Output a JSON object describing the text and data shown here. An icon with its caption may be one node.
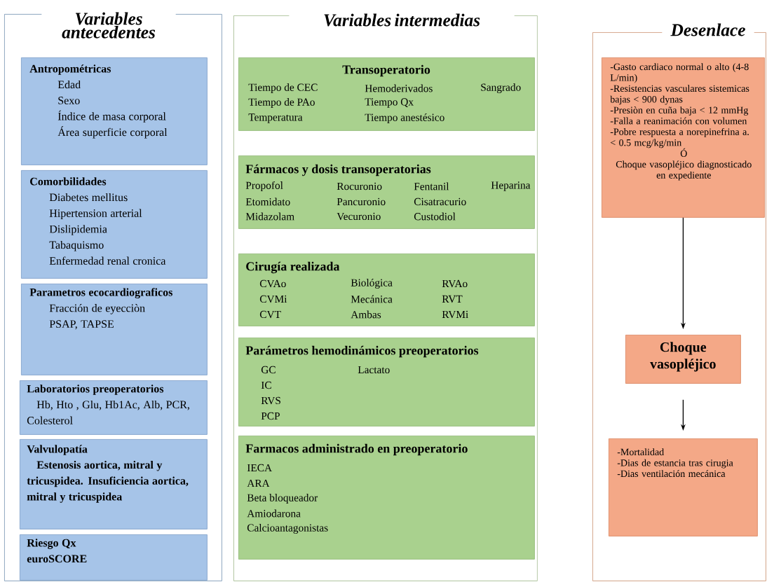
{
  "diagram": {
    "nodes": [
      {
        "text": [
          "Variables antecedentes"
        ]
      },
      {
        "text": [
          "Antropométricas",
          "Edad",
          "Sexo",
          "Índice de masa corporal",
          "Área superficie corporal"
        ],
        "in": 0
      },
      {
        "text": [
          "Comorbilidades",
          "Diabetes mellitus",
          "Hipertension arterial",
          "Dislipidemia",
          "Tabaquismo",
          "Enfermedad renal cronica"
        ],
        "in": 0
      },
      {
        "text": [
          "Parametros ecocardiograficos",
          "Fracción de eyecciòn",
          "PSAP, TAPSE"
        ],
        "in": 0
      },
      {
        "text": [
          "Laboratorios preoperatorios",
          "Hb, Hto , Glu, Hb1Ac, Alb, PCR, Colesterol"
        ],
        "in": 0
      },
      {
        "text": [
          "Valvulopatía",
          "Estenosis aortica, mitral y tricuspidea. Insuficiencia aortica, mitral y tricuspidea"
        ],
        "in": 0
      },
      {
        "text": [
          "Riesgo Qx",
          "euroSCORE"
        ],
        "in": 0
      },
      {
        "text": [
          "Variables intermedias"
        ]
      },
      {
        "text": [
          "Transoperatorio",
          "Tiempo de CEC",
          "Hemoderivados",
          "Sangrado",
          "Tiempo de PAo",
          "Tiempo Qx",
          "Temperatura",
          "Tiempo anestésico"
        ],
        "in": 7
      },
      {
        "text": [
          "Fármacos y dosis transoperatorias",
          "Propofol",
          "Rocuronio",
          "Fentanil",
          "Heparina",
          "Etomidato",
          "Pancuronio",
          "Cisatracurio",
          "Midazolam",
          "Vecuronio",
          "Custodiol"
        ],
        "in": 7
      },
      {
        "text": [
          "Cirugía realizada",
          "CVAo",
          "Biológica",
          "RVAo",
          "CVMi",
          "Mecánica",
          "RVT",
          "CVT",
          "Ambas",
          "RVMi"
        ],
        "in": 7
      },
      {
        "text": [
          "Parámetros hemodinámicos preoperatorios",
          "GC",
          "Lactato",
          "IC",
          "RVS",
          "PCP"
        ],
        "in": 7
      },
      {
        "text": [
          "Farmacos administrado en preoperatorio",
          "IECA",
          "ARA",
          "Beta bloqueador",
          "Amiodarona",
          "Calcioantagonistas"
        ],
        "in": 7
      },
      {
        "text": [
          "Desenlace"
        ]
      },
      {
        "text": [
          "-Gasto cardiaco normal o alto (4-8 L/min)",
          "-Resistencias vasculares sistemicas bajas < 900 dynas",
          "-Presiòn en cuña baja < 12 mmHg",
          "-Falla a reanimación con volumen",
          "-Pobre respuesta a norepinefrina a. < 0.5 mcg/kg/min",
          "Ó",
          "Choque vasopléjico diagnosticado en expediente"
        ],
        "in": 13
      },
      {
        "text": [
          "Choque vasopléjico"
        ],
        "in": 13
      },
      {
        "text": [
          "-Mortalidad",
          "-Dias de estancia tras cirugia",
          "-Dias ventilación mecánica"
        ],
        "in": 13
      }
    ],
    "edges": [
      {
        "from": 14,
        "to": 15,
        "arrow": "to"
      },
      {
        "from": 15,
        "to": 16,
        "arrow": "to"
      }
    ]
  }
}
